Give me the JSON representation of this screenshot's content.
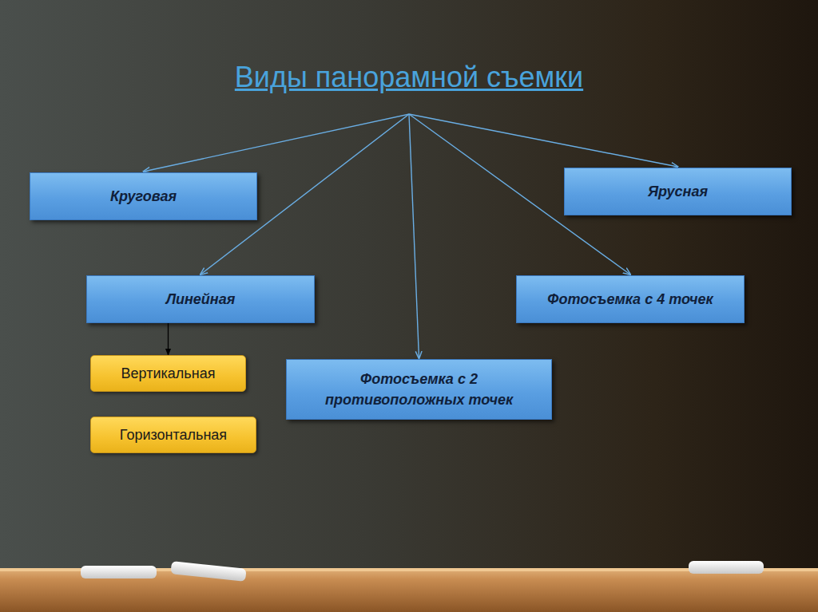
{
  "diagram": {
    "title": "Виды панорамной съемки",
    "nodes": [
      {
        "text": [
          "Круговая"
        ]
      },
      {
        "text": [
          "Ярусная"
        ]
      },
      {
        "text": [
          "Линейная"
        ]
      },
      {
        "text": [
          "Фотосъемка с 4 точек"
        ]
      },
      {
        "text": [
          "Вертикальная"
        ]
      },
      {
        "text": [
          "Фотосъемка с 2 противоположных точек"
        ]
      },
      {
        "text": [
          "Горизонтальная"
        ]
      }
    ],
    "edges": [
      {
        "from": 2,
        "to": 4,
        "arrow": "to"
      }
    ]
  }
}
